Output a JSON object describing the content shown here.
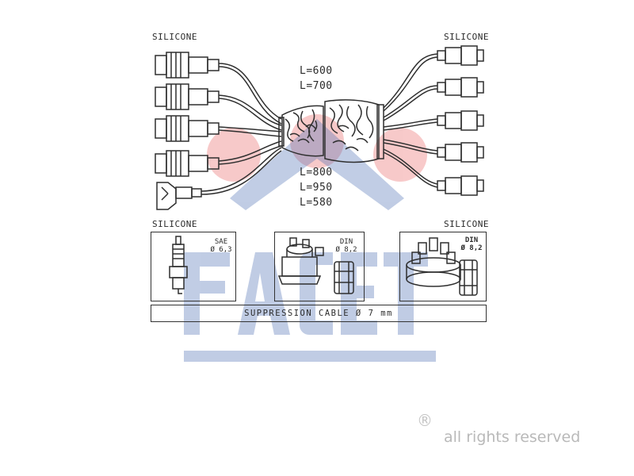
{
  "brand": {
    "watermark": "FACET",
    "colors": {
      "blue": "#4d6fb5",
      "red": "#e64040",
      "line": "#2f2f2f"
    }
  },
  "labels": {
    "silicone_top_left": "SILICONE",
    "silicone_top_right": "SILICONE",
    "silicone_mid_left": "SILICONE",
    "silicone_mid_right": "SILICONE"
  },
  "lengths": {
    "upper": [
      "L=600",
      "L=700"
    ],
    "lower": [
      "L=800",
      "L=950",
      "L=580"
    ]
  },
  "terminals": {
    "spark_plug": {
      "standard": "SAE",
      "diameter": "Ø 6,3"
    },
    "coil": {
      "standard": "DIN",
      "diameter": "Ø 8,2"
    },
    "distributor": {
      "standard": "DIN",
      "diameter": "Ø 8,2"
    }
  },
  "cable": {
    "text": "SUPPRESSION CABLE  Ø  7 mm"
  },
  "copyright": {
    "symbol": "®",
    "text": "all rights reserved"
  }
}
